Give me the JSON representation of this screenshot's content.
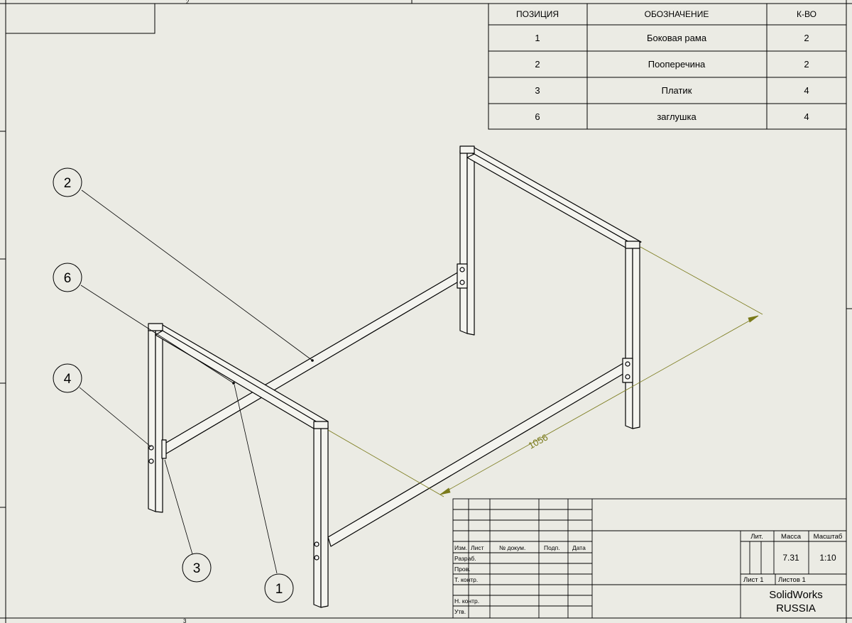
{
  "bom": {
    "headers": [
      "ПОЗИЦИЯ",
      "ОБОЗНАЧЕНИЕ",
      "К-ВО"
    ],
    "rows": [
      [
        "1",
        "Боковая рама",
        "2"
      ],
      [
        "2",
        "Пооперечина",
        "2"
      ],
      [
        "3",
        "Платик",
        "4"
      ],
      [
        "6",
        "заглушка",
        "4"
      ]
    ]
  },
  "balloons": [
    "2",
    "6",
    "4",
    "3",
    "1"
  ],
  "dimension": {
    "value": "1056"
  },
  "title_block": {
    "col_labels": [
      "Изм.",
      "Лист",
      "№ докум.",
      "Подп.",
      "Дата"
    ],
    "row_labels": [
      "Разраб.",
      "Пров.",
      "Т. контр.",
      "Н. контр.",
      "Утв."
    ],
    "lit_label": "Лит.",
    "mass_label": "Масса",
    "scale_label": "Масштаб",
    "mass_value": "7.31",
    "scale_value": "1:10",
    "sheet_label": "Лист 1",
    "sheets_label": "Листов 1",
    "company_line1": "SolidWorks",
    "company_line2": "RUSSIA"
  },
  "border_marks": {
    "top": "2",
    "bottom": "3"
  },
  "colors": {
    "paper": "#ebebe4",
    "line": "#000000",
    "dimension": "#7a7a1a"
  }
}
